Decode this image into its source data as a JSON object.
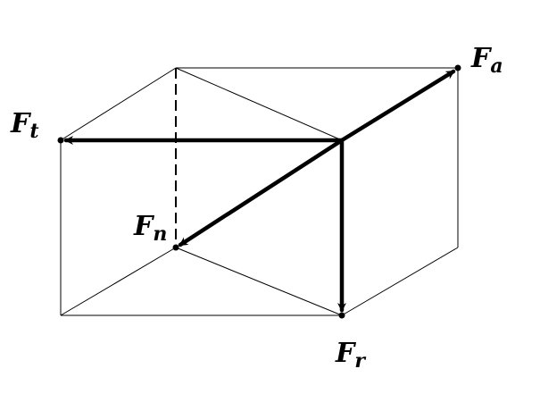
{
  "diagram": {
    "forces": [
      {
        "id": "Fa",
        "symbol": "F",
        "subscript": "a"
      },
      {
        "id": "Ft",
        "symbol": "F",
        "subscript": "t"
      },
      {
        "id": "Fn",
        "symbol": "F",
        "subscript": "n"
      },
      {
        "id": "Fr",
        "symbol": "F",
        "subscript": "r"
      }
    ],
    "colors": {
      "line": "#000000",
      "background": "#ffffff"
    }
  }
}
